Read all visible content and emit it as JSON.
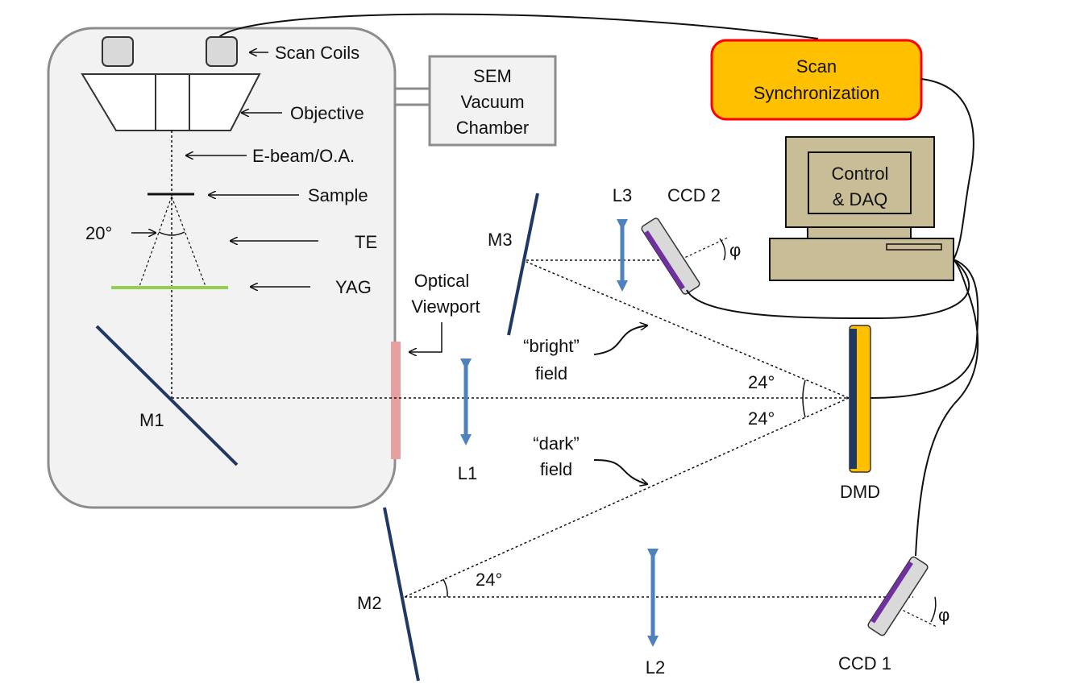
{
  "sem": {
    "scan_coils": "Scan Coils",
    "objective": "Objective",
    "ebeam": "E-beam/O.A.",
    "sample": "Sample",
    "angle_20": "20°",
    "te": "TE",
    "yag": "YAG",
    "m1": "M1",
    "vacuum_line1": "SEM",
    "vacuum_line2": "Vacuum",
    "vacuum_line3": "Chamber"
  },
  "viewport": {
    "line1": "Optical",
    "line2": "Viewport"
  },
  "scan_sync": {
    "line1": "Scan",
    "line2": "Synchronization"
  },
  "computer": {
    "line1": "Control",
    "line2": "& DAQ"
  },
  "optics": {
    "m2": "M2",
    "m3": "M3",
    "l1": "L1",
    "l2": "L2",
    "l3": "L3",
    "ccd1": "CCD 1",
    "ccd2": "CCD 2",
    "dmd": "DMD",
    "phi_top": "φ",
    "phi_bottom": "φ",
    "angle_upper": "24°",
    "angle_lower": "24°",
    "angle_m2": "24°"
  },
  "fields": {
    "bright_line1": "“bright”",
    "bright_line2": "field",
    "dark_line1": "“dark”",
    "dark_line2": "field"
  },
  "colors": {
    "chamber_fill": "#f2f2f2",
    "chamber_stroke": "#8c8c8c",
    "mirror": "#1f3864",
    "lens": "#4f81bd",
    "yag": "#92d050",
    "viewport": "#e6a0a0",
    "sync_fill": "#ffc000",
    "sync_stroke": "#ff0000",
    "computer": "#c9bd98",
    "dmd": "#ffc000",
    "ccd_stripe": "#7030a0"
  }
}
